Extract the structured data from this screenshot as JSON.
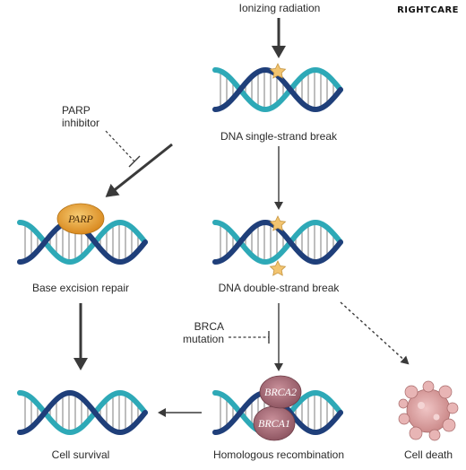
{
  "watermark": "RIGHTCARE",
  "labels": {
    "ionizing_radiation": "Ionizing radiation",
    "single_strand_break": "DNA single-strand break",
    "parp_inhibitor_line1": "PARP",
    "parp_inhibitor_line2": "inhibitor",
    "parp_protein": "PARP",
    "base_excision_repair": "Base excision repair",
    "double_strand_break": "DNA double-strand break",
    "brca_mutation_line1": "BRCA",
    "brca_mutation_line2": "mutation",
    "brca2_protein": "BRCA2",
    "brca1_protein": "BRCA1",
    "cell_survival": "Cell survival",
    "homologous_recombination": "Homologous recombination",
    "cell_death": "Cell death"
  },
  "colors": {
    "strand_dark": "#1f3f7a",
    "strand_light": "#2ea9b7",
    "rung": "#9a9a9a",
    "arrow": "#3a3a3a",
    "parp_fill": "#e7a33a",
    "brca_fill": "#a9707a",
    "break_star": "#f2c470",
    "cell_death_fill": "#d9a6a6"
  },
  "icons": {
    "break_marker": "star-icon",
    "cell_death": "apoptotic-cell-icon"
  }
}
